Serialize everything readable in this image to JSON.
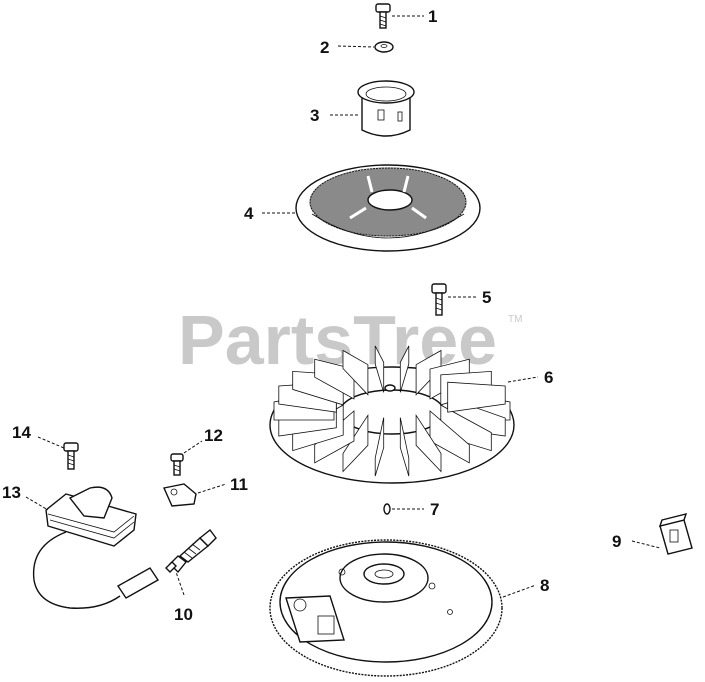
{
  "watermark": {
    "text": "PartsTree",
    "trademark": "TM"
  },
  "callouts": [
    "1",
    "2",
    "3",
    "4",
    "5",
    "6",
    "7",
    "8",
    "9",
    "10",
    "11",
    "12",
    "13",
    "14"
  ]
}
